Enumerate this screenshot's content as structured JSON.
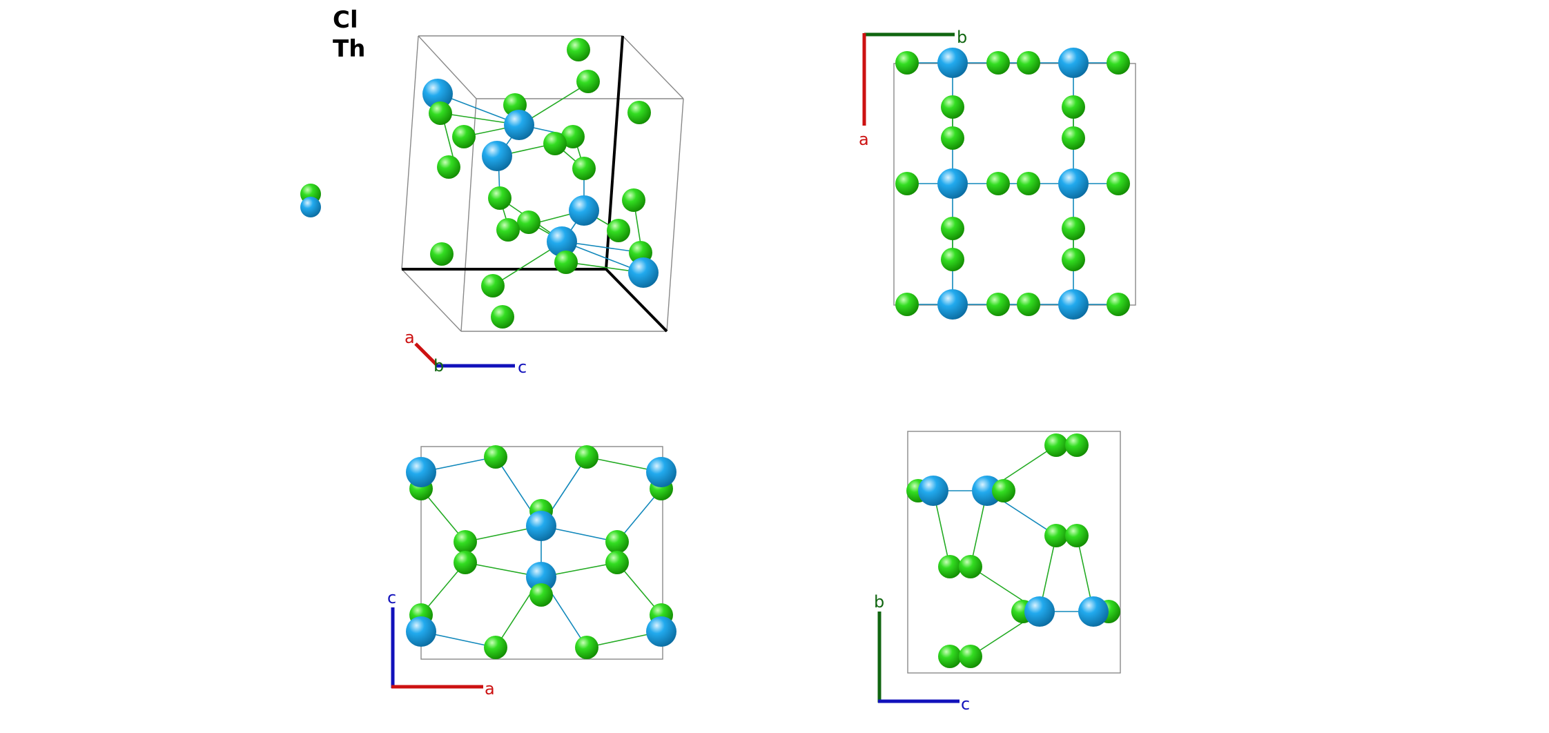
{
  "legend": {
    "items": [
      "Cl",
      "Th"
    ]
  },
  "colors": {
    "cl": "#22cc11",
    "th": "#1199dd",
    "axis_a": "#cc1111",
    "axis_b": "#116611",
    "axis_c": "#1111bb",
    "bond_cl": "#22aa22",
    "bond_th": "#1188bb",
    "cell": "#888888",
    "cell_bold": "#000000"
  },
  "views": [
    {
      "name": "perspective",
      "axis_labels": [
        "a",
        "b",
        "c"
      ]
    },
    {
      "name": "view-along-c",
      "axis_labels": [
        "b",
        "a"
      ]
    },
    {
      "name": "view-along-b",
      "axis_labels": [
        "c",
        "a"
      ]
    },
    {
      "name": "view-along-a",
      "axis_labels": [
        "b",
        "c"
      ]
    }
  ]
}
